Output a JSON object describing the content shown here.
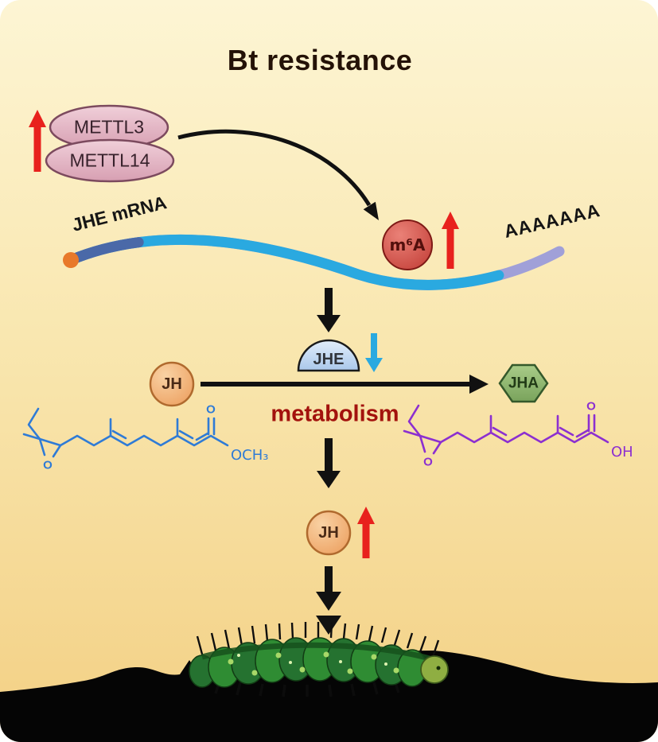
{
  "title": "Bt resistance",
  "methyltransferase_complex": {
    "mettl3": "METTL3",
    "mettl14": "METTL14"
  },
  "mrna": {
    "label": "JHE mRNA",
    "m6a_mark": "m⁶A",
    "polya_tail": "AAAAAAA"
  },
  "pathway": {
    "jhe_enzyme": "JHE",
    "jh_substrate": "JH",
    "jha_product": "JHA",
    "metabolism_label": "metabolism",
    "jh_elevated": "JH"
  },
  "chemistry": {
    "jh_ester": {
      "epoxide_o": "O",
      "carbonyl_o": "O",
      "ester_group": "OCH₃"
    },
    "jh_acid": {
      "epoxide_o": "O",
      "carbonyl_o": "O",
      "acid_group": "OH"
    }
  },
  "colors": {
    "background_top": "#fdf5d4",
    "background_bottom": "#f3d084",
    "red_arrow": "#e8211d",
    "blue_arrow": "#2aa9e0",
    "mrna_body": "#2aa9e0",
    "mrna_5utr": "#4a69a8",
    "mrna_polya": "#a0a0d8",
    "cap": "#e8792a",
    "mettl_fill": "#e4b7c6",
    "m6a_fill": "#cc4540",
    "jh_fill": "#f0a96f",
    "jha_fill": "#8db570",
    "jhe_fill": "#c6daf2",
    "metabolism_text": "#a3120d",
    "jh_structure_color": "#2f7bd6",
    "jha_structure_color": "#8c2fd0",
    "ground": "#050505",
    "caterpillar": "#2f8c33"
  }
}
